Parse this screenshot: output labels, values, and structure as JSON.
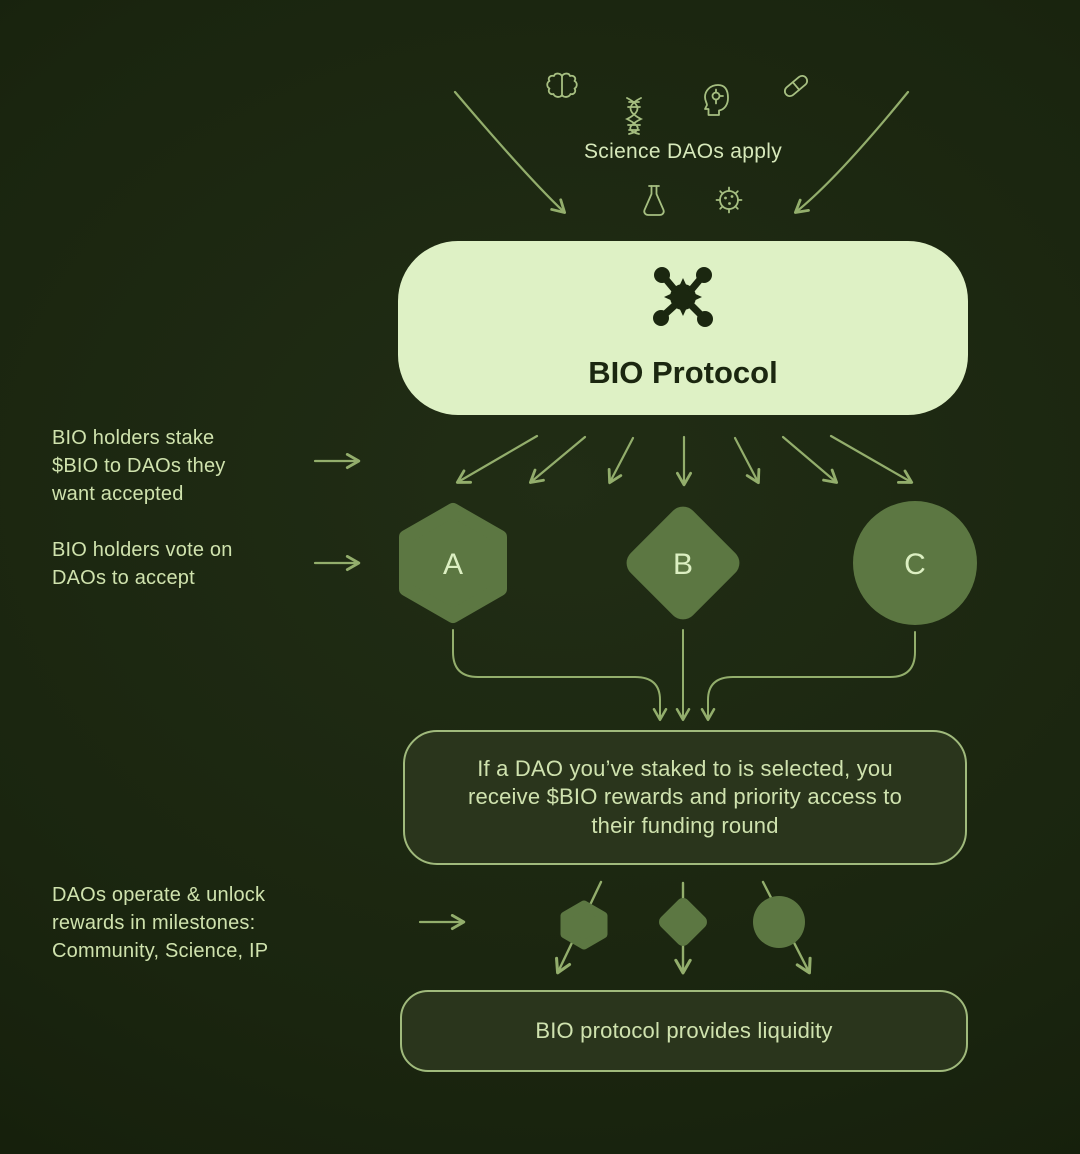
{
  "header": {
    "apply_label": "Science DAOs apply"
  },
  "protocol": {
    "name": "BIO Protocol"
  },
  "annotations": {
    "stake": {
      "line1": "BIO holders stake",
      "line2": "$BIO to DAOs they",
      "line3": "want accepted"
    },
    "vote": {
      "line1": "BIO holders vote on",
      "line2": "DAOs to accept"
    },
    "milestones": {
      "line1": "DAOs operate & unlock",
      "line2": "rewards in milestones:",
      "line3": "Community, Science, IP"
    }
  },
  "daos": {
    "a_label": "A",
    "b_label": "B",
    "c_label": "C"
  },
  "reward_box": {
    "line1": "If a DAO you’ve staked to is selected, you",
    "line2": "receive $BIO rewards and priority access to",
    "line3": "their funding round"
  },
  "liquidity_box": {
    "label": "BIO protocol provides liquidity"
  },
  "icons": {
    "top_row": [
      "brain-icon",
      "dna-icon",
      "head-ai-icon",
      "capsule-icon"
    ],
    "below_label_row": [
      "flask-icon",
      "virus-icon"
    ],
    "card_icon": "bio-molecule-icon"
  },
  "colors": {
    "background": "#1a250f",
    "card_light": "#def1c5",
    "card_ink": "#1b2710",
    "dao_shape_fill": "#5c7742",
    "dao_letter": "#dcefc2",
    "outline_border": "#a0ba7c",
    "outline_fill": "#2a351c",
    "body_text": "#cfe2ad",
    "wire": "#93ae6c",
    "line_icon": "#a6bf81"
  }
}
